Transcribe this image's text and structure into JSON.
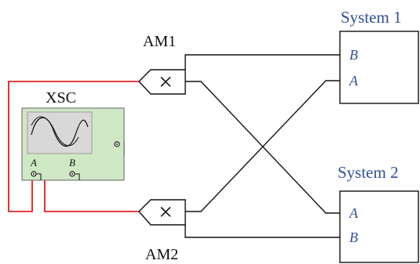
{
  "oscilloscope": {
    "label": "XSC",
    "channel_a": "A",
    "channel_b": "B"
  },
  "multipliers": [
    {
      "label": "AM1",
      "symbol": "×"
    },
    {
      "label": "AM2",
      "symbol": "×"
    }
  ],
  "systems": [
    {
      "title": "System 1",
      "port_top": "B",
      "port_bottom": "A"
    },
    {
      "title": "System 2",
      "port_top": "A",
      "port_bottom": "B"
    }
  ],
  "colors": {
    "wire": "#000000",
    "probe_wire": "#e00000",
    "scope_body": "#cfe8c4",
    "scope_screen": "#d8d8d8",
    "system_label": "#2f4f9c"
  }
}
